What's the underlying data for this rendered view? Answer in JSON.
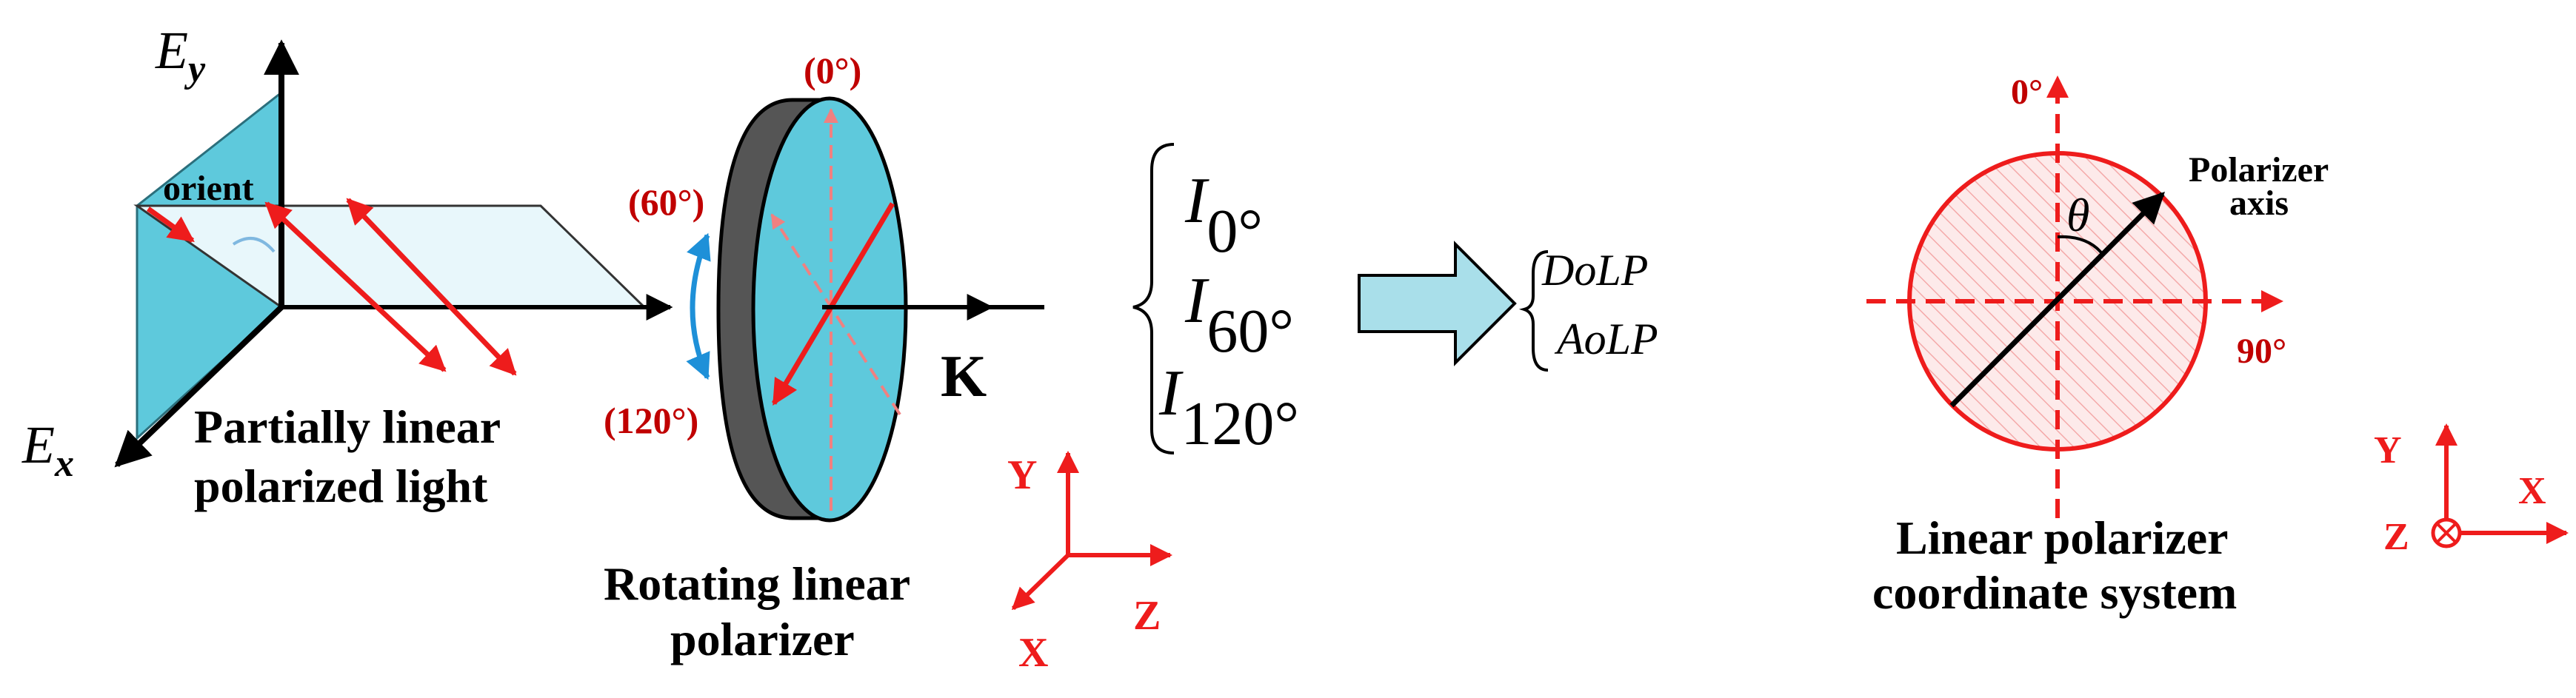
{
  "labels": {
    "e_y": "E",
    "e_y_sub": "y",
    "e_x": "E",
    "e_x_sub": "x",
    "orient": "orient",
    "partially_line1": "Partially linear",
    "partially_line2": "polarized light",
    "angle_0": "(0°)",
    "angle_60": "(60°)",
    "angle_120": "(120°)",
    "k": "K",
    "rotating_line1": "Rotating linear",
    "rotating_line2": "polarizer",
    "i_letter": "I",
    "i0_sub": "0°",
    "i60_sub": "60°",
    "i120_sub": "120°",
    "dolp": "DoLP",
    "aolp": "AoLP",
    "axes_left": {
      "y": "Y",
      "z": "Z",
      "x": "X"
    },
    "coord_0": "0°",
    "coord_90": "90°",
    "theta": "θ",
    "polarizer_line1": "Polarizer",
    "polarizer_line2": "axis",
    "coord_title_line1": "Linear polarizer",
    "coord_title_line2": "coordinate system",
    "axes_right": {
      "y": "Y",
      "x": "X",
      "z": "Z"
    }
  },
  "colors": {
    "red": "#ee1c1c",
    "dark_red": "#c00000",
    "cyan": "#5ec9dc",
    "light_cyan": "#e8f7fb",
    "dark_gray": "#555555",
    "blue": "#1e90d8",
    "arrow_fill": "#a9dfea"
  }
}
